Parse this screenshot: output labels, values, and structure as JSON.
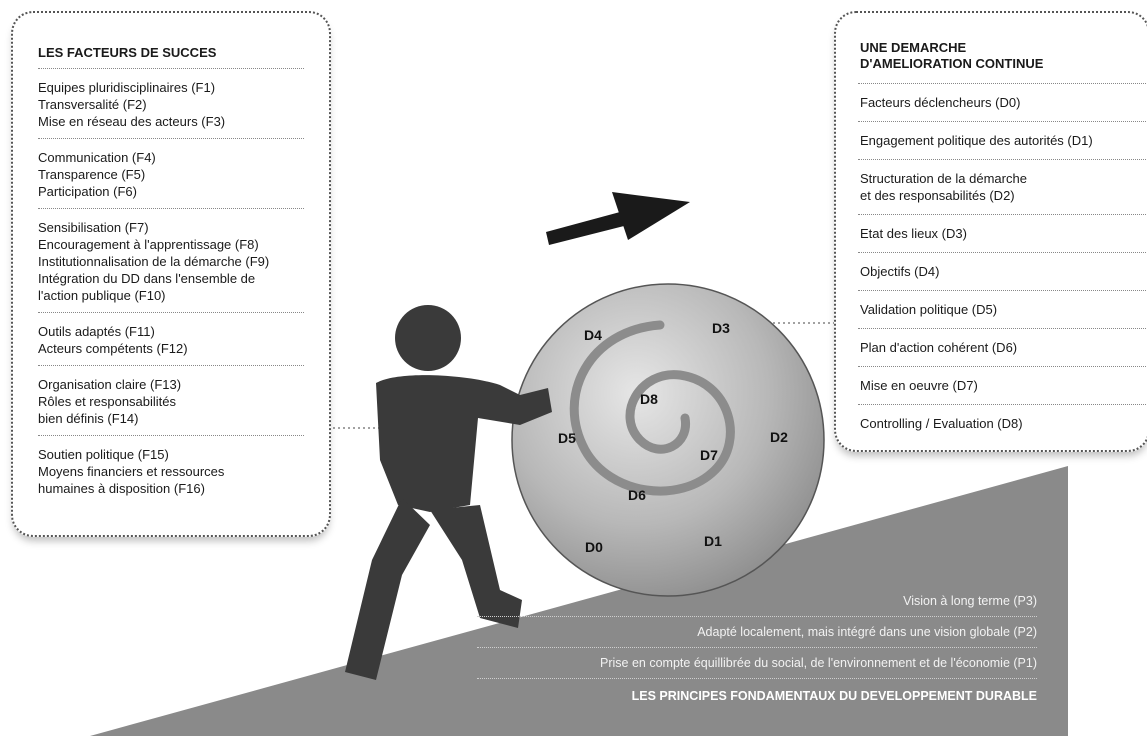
{
  "left_panel": {
    "title": "LES FACTEURS DE SUCCES",
    "groups": [
      [
        "Equipes pluridisciplinaires (F1)",
        "Transversalité (F2)",
        "Mise en réseau des acteurs (F3)"
      ],
      [
        "Communication (F4)",
        "Transparence (F5)",
        "Participation (F6)"
      ],
      [
        "Sensibilisation (F7)",
        "Encouragement à l'apprentissage (F8)",
        "Institutionnalisation de la démarche (F9)",
        "Intégration du DD dans l'ensemble de\nl'action publique (F10)"
      ],
      [
        "Outils adaptés (F11)",
        "Acteurs compétents (F12)"
      ],
      [
        "Organisation claire (F13)",
        "Rôles et responsabilités\nbien définis (F14)"
      ],
      [
        "Soutien politique (F15)",
        "Moyens financiers et ressources\nhumaines à disposition (F16)"
      ]
    ]
  },
  "right_panel": {
    "title": "UNE DEMARCHE\nD'AMELIORATION CONTINUE",
    "items": [
      "Facteurs déclencheurs (D0)",
      "Engagement politique des autorités (D1)",
      "Structuration de la démarche\net des responsabilités (D2)",
      "Etat des lieux (D3)",
      "Objectifs (D4)",
      "Validation politique (D5)",
      "Plan d'action cohérent (D6)",
      "Mise en oeuvre (D7)",
      "Controlling / Evaluation (D8)"
    ]
  },
  "principles": {
    "lines": [
      "Vision à long terme (P3)",
      "Adapté localement, mais intégré dans une vision globale (P2)",
      "Prise en compte équillibrée du social, de l'environnement et de l'économie (P1)"
    ],
    "title": "LES PRINCIPES FONDAMENTAUX DU DEVELOPPEMENT DURABLE"
  },
  "ball_labels": [
    "D0",
    "D1",
    "D2",
    "D3",
    "D4",
    "D5",
    "D6",
    "D7",
    "D8"
  ],
  "colors": {
    "slope": "#8a8a8a",
    "figure": "#3a3a3a",
    "ball": "#b5b5b5",
    "arrow": "#1a1a1a"
  }
}
